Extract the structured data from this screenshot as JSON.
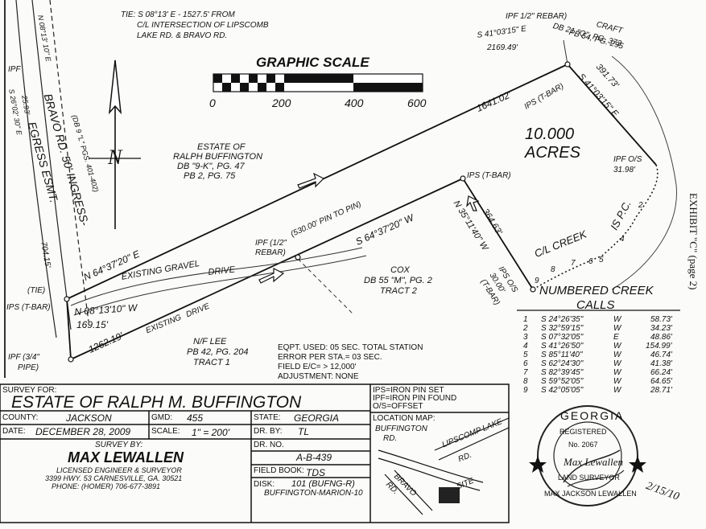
{
  "exhibit_label": "EXHIBIT \"C\" (page 2)",
  "tie_note": {
    "line1": "TIE: S 08°13' E - 1527.5' FROM",
    "line2": "C/L INTERSECTION OF LIPSCOMB",
    "line3": "LAKE RD. & BRAVO RD."
  },
  "graphic_scale": {
    "title": "GRAPHIC SCALE",
    "ticks": [
      "0",
      "200",
      "400",
      "600"
    ]
  },
  "north_label": "N",
  "acreage": {
    "value": "10.000",
    "unit": "ACRES"
  },
  "estate_label": {
    "line1": "ESTATE OF",
    "line2": "RALPH BUFFINGTON",
    "line3": "DB \"9-K\", PG. 47",
    "line4": "PB 2, PG. 75"
  },
  "road_labels": {
    "bravo": "BRAVO RD. 50' INGRESS-",
    "egress": "EGRESS ESMT.",
    "db_ref": "(DB 9 \"L\" PGS. 401-402)",
    "side_bearing": "N 08°13' 10\" E",
    "side_dist": "704.15'",
    "side_small": "S 26°02' 30\" E",
    "side_small2": "25.93'"
  },
  "bearings": {
    "north_line": "N 64°37'20\" E",
    "north_dist": "1641.02'",
    "south_line": "S 64°37'20\" W",
    "south_dist": "1262.19'",
    "pin_to_pin": "(530.00' PIN TO PIN)",
    "west_bearing": "N 08°13'10\" W",
    "west_dist": "169.15'",
    "east_bearing": "S 41°03'15\" E",
    "east_dist": "391.73'",
    "mid_bearing": "N 35°11'40\" W",
    "mid_dist": "364.63'",
    "top_bearing": "S 41°03'15\" E",
    "top_dist": "2169.49'"
  },
  "pins": {
    "ipf_half_top": "IPF 1/2\" REBAR)",
    "ipf_top_left": "IPF",
    "ips_tbar_ne": "IPS (T-BAR)",
    "ips_tbar_mid": "IPS (T-BAR)",
    "ipf_os": "IPF O/S",
    "ipf_os_dist": "31.98'",
    "ipf_half_mid": "IPF (1/2\"",
    "ipf_half_mid2": "REBAR)",
    "tie": "(TIE)",
    "ips_tbar_w": "IPS (T-BAR)",
    "ipf_34": "IPF (3/4\"",
    "ipf_34b": "PIPE)",
    "ips_os": "IPS O/S",
    "ips_os_dist": "30.00'",
    "ips_os_tbar": "(T-BAR)"
  },
  "owners": {
    "craft": "CRAFT",
    "craft_db": "DB 21 \"Q\", PG. 373",
    "craft_pb": "PB 54, PG. 295",
    "cox": "COX",
    "cox_db": "DB 55 \"M\", PG. 2",
    "cox_tract": "TRACT 2",
    "lee": "N/F LEE",
    "lee_pb": "PB 42, PG. 204",
    "lee_tract": "TRACT 1"
  },
  "drive_labels": {
    "gravel": "EXISTING GRAVEL",
    "drive": "DRIVE",
    "existing": "EXISTING",
    "drive2": "DRIVE"
  },
  "creek_labels": {
    "cl_creek": "C/L CREEK",
    "ipsc": "IS P.C."
  },
  "equipment": {
    "line1": "EQPT. USED: 05 SEC. TOTAL STATION",
    "line2": "ERROR PER STA.= 03 SEC.",
    "line3": "FIELD E/C= > 12,000'",
    "line4": "ADJUSTMENT: NONE"
  },
  "creek_calls": {
    "title1": "NUMBERED CREEK",
    "title2": "CALLS",
    "rows": [
      {
        "n": "1",
        "bearing": "S 24°26'35\"",
        "dir": "W",
        "dist": "58.73'"
      },
      {
        "n": "2",
        "bearing": "S 32°59'15\"",
        "dir": "W",
        "dist": "34.23'"
      },
      {
        "n": "3",
        "bearing": "S 07°32'05\"",
        "dir": "E",
        "dist": "48.86'"
      },
      {
        "n": "4",
        "bearing": "S 41°26'50\"",
        "dir": "W",
        "dist": "154.99'"
      },
      {
        "n": "5",
        "bearing": "S 85°11'40\"",
        "dir": "W",
        "dist": "46.74'"
      },
      {
        "n": "6",
        "bearing": "S 62°24'30\"",
        "dir": "W",
        "dist": "41.38'"
      },
      {
        "n": "7",
        "bearing": "S 82°39'45\"",
        "dir": "W",
        "dist": "66.24'"
      },
      {
        "n": "8",
        "bearing": "S 59°52'05\"",
        "dir": "W",
        "dist": "64.65'"
      },
      {
        "n": "9",
        "bearing": "S 42°05'05\"",
        "dir": "W",
        "dist": "28.71'"
      }
    ]
  },
  "title_block": {
    "survey_for_label": "SURVEY FOR:",
    "client": "ESTATE OF RALPH M. BUFFINGTON",
    "county_label": "COUNTY:",
    "county": "JACKSON",
    "gmd_label": "GMD:",
    "gmd": "455",
    "state_label": "STATE:",
    "state": "GEORGIA",
    "date_label": "DATE:",
    "date": "DECEMBER 28, 2009",
    "scale_label": "SCALE:",
    "scale": "1\" = 200'",
    "dr_by_label": "DR. BY:",
    "dr_by": "TL",
    "survey_by_label": "SURVEY BY:",
    "surveyor": "MAX LEWALLEN",
    "surveyor_title": "LICENSED ENGINEER & SURVEYOR",
    "surveyor_address": "3399 HWY. 53 CARNESVILLE, GA. 30521",
    "surveyor_phone": "PHONE: (HOMER) 706-677-3891",
    "dr_no_label": "DR. NO.",
    "dr_no": "A-B-439",
    "field_book_label": "FIELD BOOK:",
    "field_book": "TDS",
    "disk_label": "DISK:",
    "disk": "101 (BUFNG-R)",
    "disk_file": "BUFFINGTON-MARION-10",
    "legend1": "IPS=IRON PIN SET",
    "legend2": "IPF=IRON PIN FOUND",
    "legend3": "O/S=OFFSET",
    "location_map_label": "LOCATION MAP:",
    "loc_buffington": "BUFFINGTON",
    "loc_rd": "RD.",
    "loc_lipscomb": "LIPSCOMP LAKE",
    "loc_rd2": "RD.",
    "loc_bravo": "BRAVO",
    "loc_rd3": "RD.",
    "loc_site": "SITE"
  },
  "seal": {
    "state": "GEORGIA",
    "registered": "REGISTERED",
    "number": "No. 2067",
    "signature": "Max Lewallen",
    "role": "LAND SURVEYOR",
    "name": "MAX JACKSON LEWALLEN",
    "hand_date": "2/15/10"
  }
}
